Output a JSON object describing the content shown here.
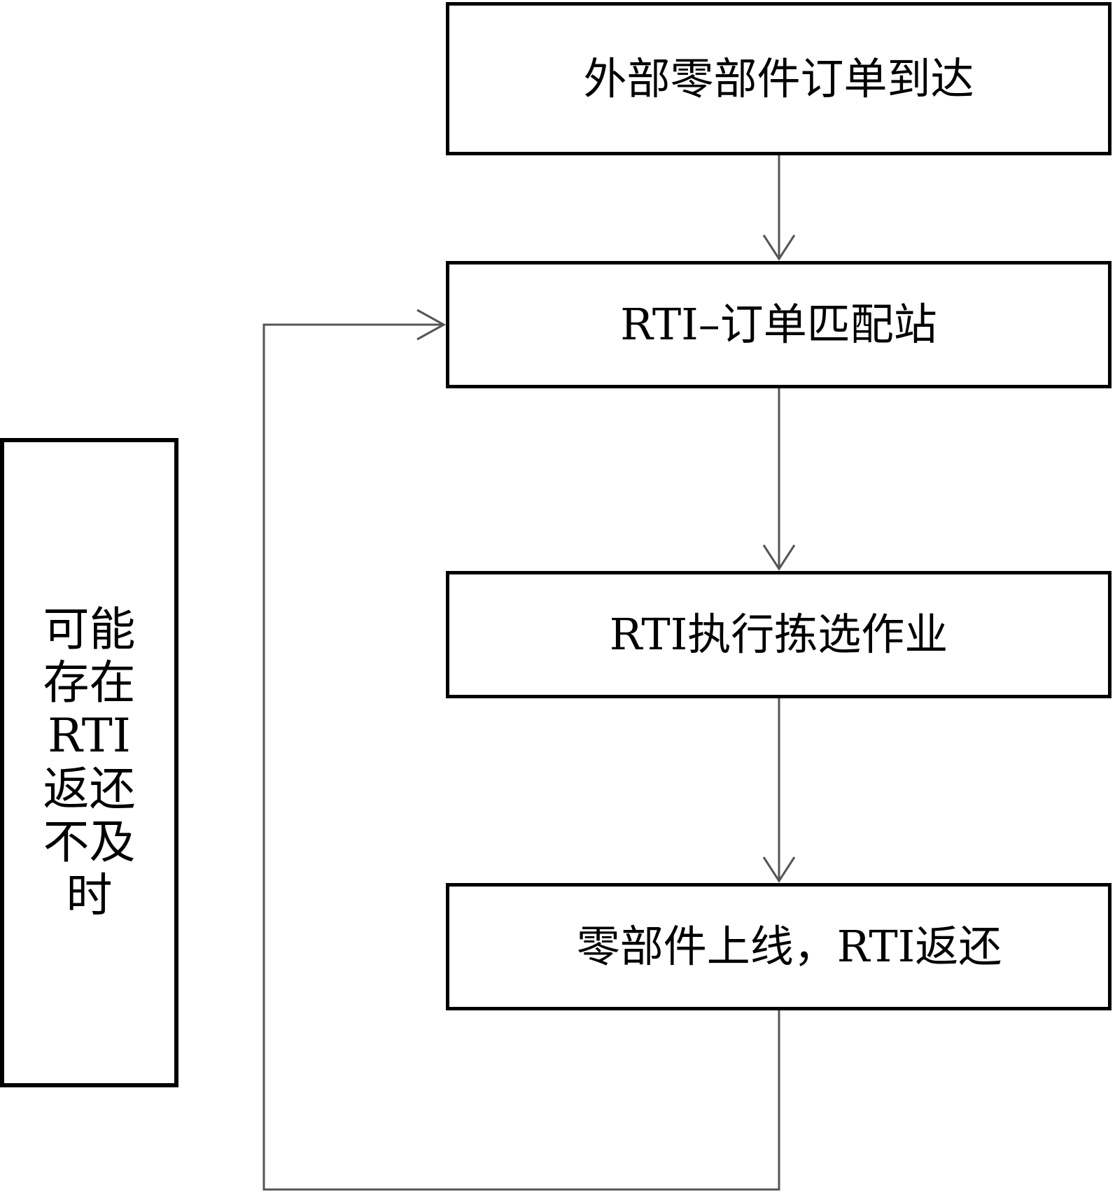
{
  "flow": {
    "step1": "外部零部件订单到达",
    "step2": "RTI–订单匹配站",
    "step3": "RTI执行拣选作业",
    "step4": "零部件上线，RTI返还"
  },
  "note": {
    "lines": [
      "可能",
      "存在",
      "RTI",
      "返还",
      "不及",
      "时"
    ]
  },
  "colors": {
    "box_border": "#000000",
    "connector": "#555555"
  }
}
